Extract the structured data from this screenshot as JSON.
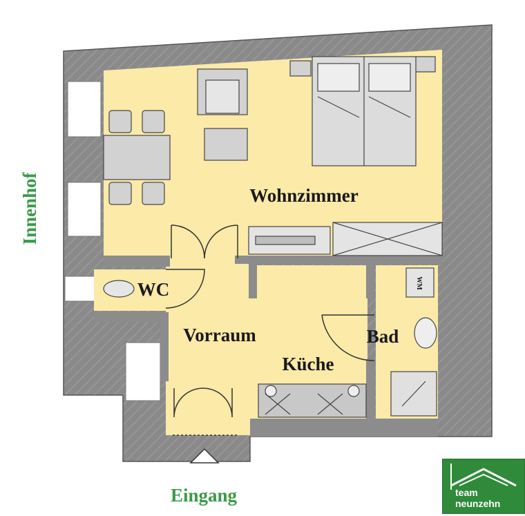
{
  "floorplan": {
    "rooms": {
      "wohnzimmer": "Wohnzimmer",
      "wc": "WC",
      "vorraum": "Vorraum",
      "kueche": "Küche",
      "bad": "Bad"
    },
    "outside": {
      "innenhof": "Innenhof",
      "eingang": "Eingang"
    },
    "appliance_label": "WM"
  },
  "logo": {
    "line1": "team",
    "line2": "neunzehn"
  },
  "colors": {
    "floor": "#fbeaa8",
    "wall": "#8c8c8c",
    "furniture": "#d2d2d2",
    "label_green": "#3a9a4a",
    "logo_green": "#2f8a3a"
  }
}
